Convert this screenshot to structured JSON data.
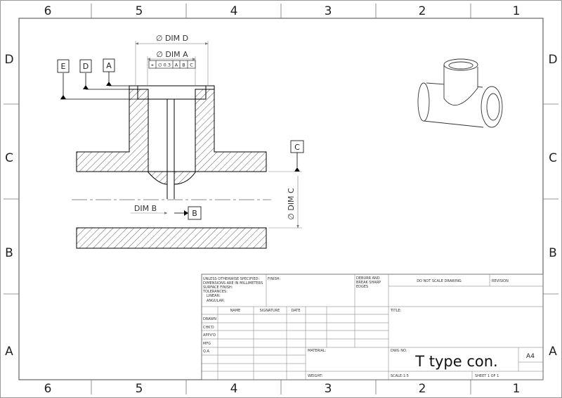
{
  "zones": {
    "columns": [
      "6",
      "5",
      "4",
      "3",
      "2",
      "1"
    ],
    "rows": [
      "D",
      "C",
      "B",
      "A"
    ]
  },
  "datum_labels": {
    "e": "E",
    "d": "D",
    "a": "A",
    "c": "C",
    "b": "B"
  },
  "dimensions": {
    "dim_d": "∅ DIM D",
    "dim_a": "∅ DIM A",
    "dim_b": "DIM B",
    "dim_c": "∅ DIM C"
  },
  "feature_control_frame": {
    "symbol": "⌖",
    "tolerance": "∅ 0.3",
    "datum_1": "A",
    "datum_2": "B",
    "datum_3": "C"
  },
  "title_block": {
    "general_notes": [
      "UNLESS OTHERWISE SPECIFIED:",
      "DIMENSIONS ARE IN MILLIMETERS",
      "SURFACE FINISH:",
      "TOLERANCES:",
      "LINEAR:",
      "ANGULAR:"
    ],
    "finish_label": "FINISH:",
    "deburr_note": [
      "DEBURR AND",
      "BREAK SHARP",
      "EDGES"
    ],
    "do_not_scale": "DO NOT SCALE DRAWING",
    "revision_label": "REVISION",
    "headers": {
      "name": "NAME",
      "signature": "SIGNATURE",
      "date": "DATE"
    },
    "roles": [
      "DRAWN",
      "CHK'D",
      "APPV'D",
      "MFG",
      "Q.A"
    ],
    "title_label": "TITLE:",
    "material_label": "MATERIAL:",
    "dwg_no_label": "DWG NO.",
    "drawing_name": "T type con.",
    "sheet_size": "A4",
    "weight_label": "WEIGHT:",
    "scale": "SCALE:1:5",
    "sheet": "SHEET 1 OF 1"
  }
}
